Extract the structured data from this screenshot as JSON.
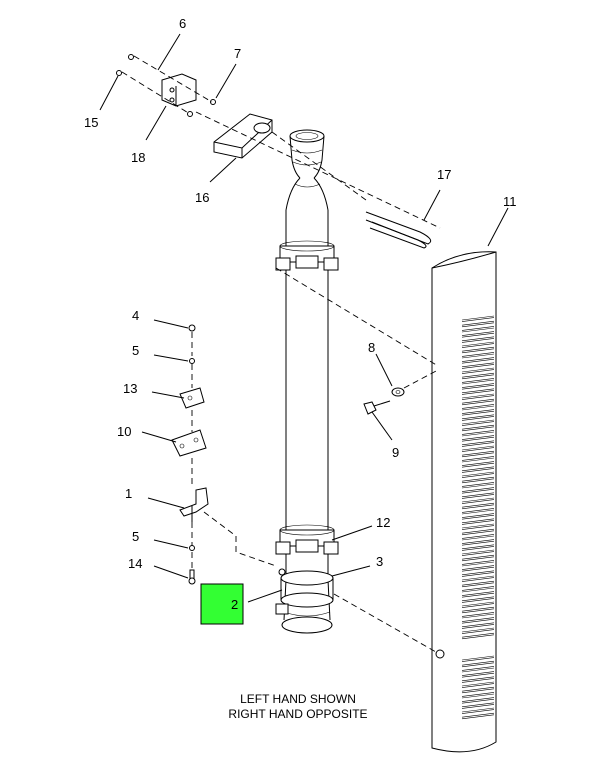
{
  "diagram": {
    "callouts": {
      "c6": "6",
      "c7": "7",
      "c15": "15",
      "c18": "18",
      "c16": "16",
      "c17": "17",
      "c11": "11",
      "c4": "4",
      "c5a": "5",
      "c13": "13",
      "c10": "10",
      "c8": "8",
      "c9": "9",
      "c1": "1",
      "c12": "12",
      "c5b": "5",
      "c3": "3",
      "c14": "14",
      "c2": "2"
    },
    "note": {
      "line1": "LEFT HAND SHOWN",
      "line2": "RIGHT HAND OPPOSITE"
    },
    "highlight_color": "#33ff33"
  }
}
